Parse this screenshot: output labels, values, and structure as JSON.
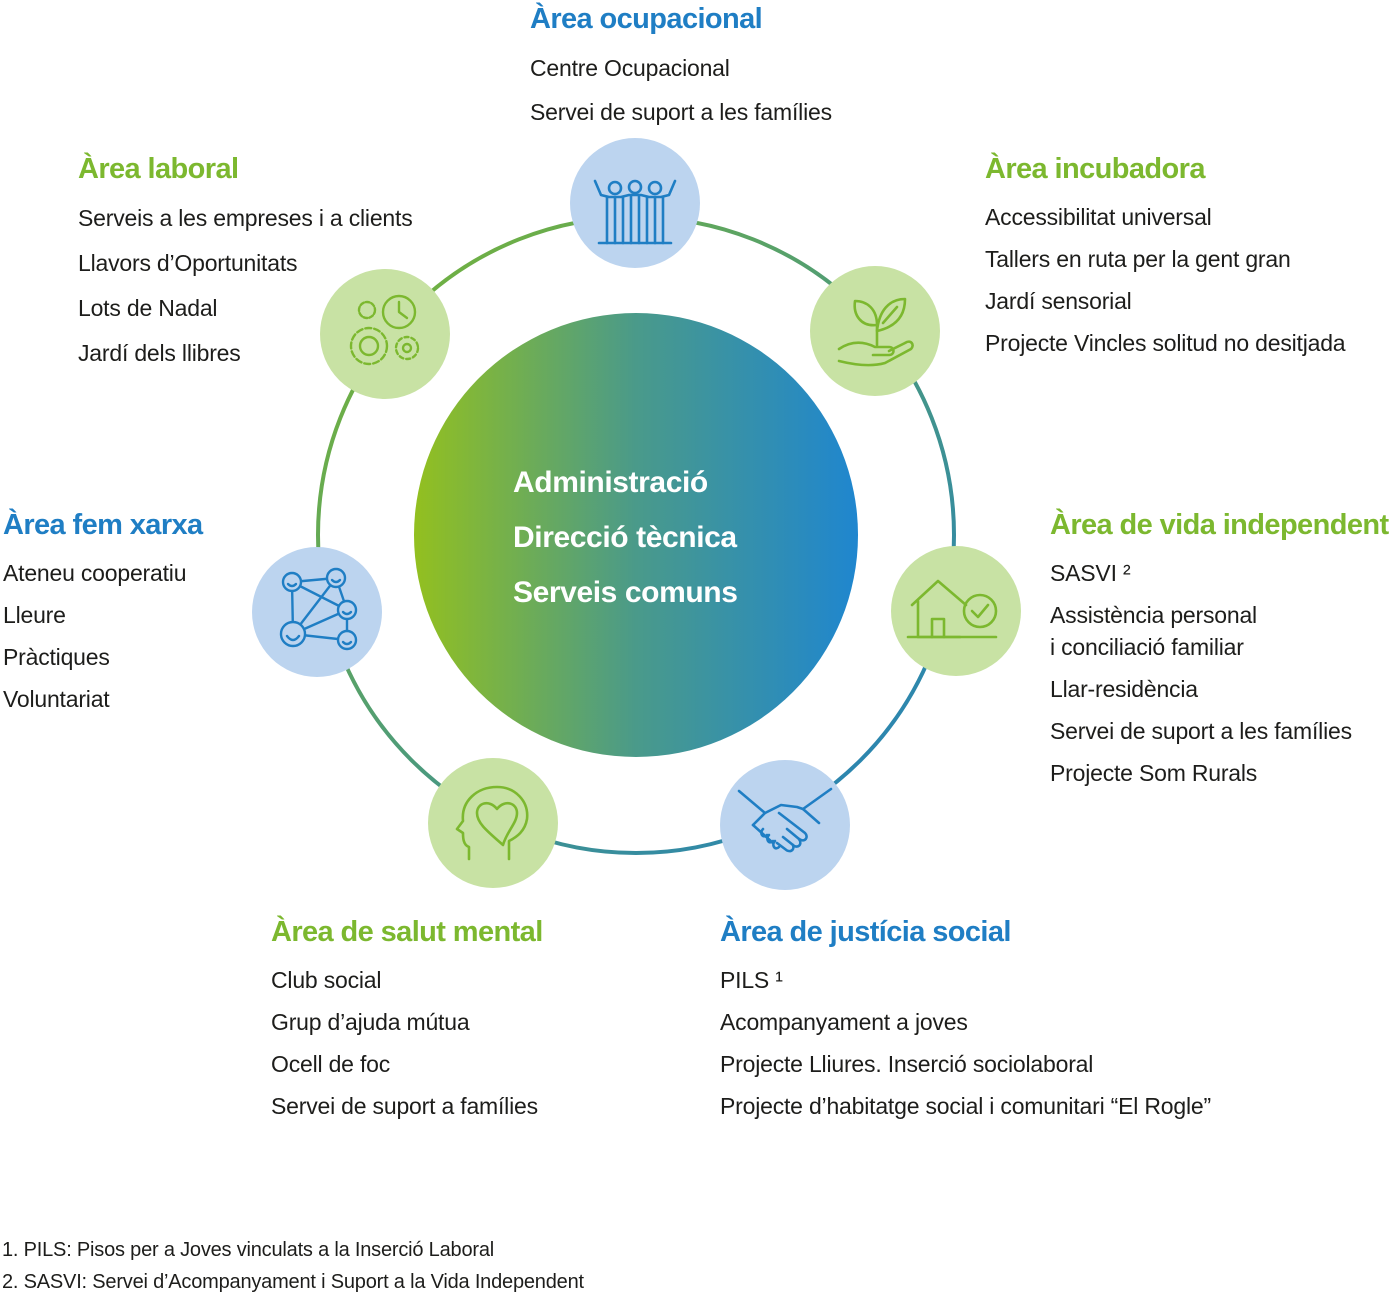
{
  "colors": {
    "blue": "#1f7ec4",
    "green": "#7cb82f",
    "light_blue": "#bcd4ef",
    "light_green": "#c8e2a4",
    "center_gradient_left": "#93c01f",
    "center_gradient_mid": "#4a9a8a",
    "center_gradient_right": "#1f86cf"
  },
  "center": {
    "lines": [
      "Administració",
      "Direcció tècnica",
      "Serveis comuns"
    ]
  },
  "areas": [
    {
      "id": "ocupacional",
      "title": "Àrea ocupacional",
      "color": "blue",
      "icon": "people-raising-arms-icon",
      "items": [
        "Centre Ocupacional",
        "Servei de suport a les famílies"
      ]
    },
    {
      "id": "incubadora",
      "title": "Àrea incubadora",
      "color": "green",
      "icon": "hand-holding-plant-icon",
      "items": [
        "Accessibilitat universal",
        "Tallers en ruta per la gent gran",
        "Jardí sensorial",
        "Projecte Vincles solitud no desitjada"
      ]
    },
    {
      "id": "vida-independent",
      "title": "Àrea de vida independent",
      "color": "green",
      "icon": "house-check-icon",
      "items": [
        "SASVI ²",
        "Assistència personal\ni conciliació familiar",
        "Llar-residència",
        "Servei de suport a les famílies",
        "Projecte Som Rurals"
      ]
    },
    {
      "id": "justicia-social",
      "title": "Àrea de justícia social",
      "color": "blue",
      "icon": "handshake-icon",
      "items": [
        "PILS ¹",
        "Acompanyament a joves",
        "Projecte Lliures. Inserció sociolaboral",
        "Projecte d’habitatge social i comunitari “El Rogle”"
      ]
    },
    {
      "id": "salut-mental",
      "title": "Àrea de salut mental",
      "color": "green",
      "icon": "head-heart-icon",
      "items": [
        "Club social",
        "Grup d’ajuda mútua",
        "Ocell de foc",
        "Servei de suport a famílies"
      ]
    },
    {
      "id": "fem-xarxa",
      "title": "Àrea fem xarxa",
      "color": "blue",
      "icon": "network-faces-icon",
      "items": [
        "Ateneu cooperatiu",
        "Lleure",
        "Pràctiques",
        "Voluntariat"
      ]
    },
    {
      "id": "laboral",
      "title": "Àrea laboral",
      "color": "green",
      "icon": "gears-clock-icon",
      "items": [
        "Serveis a les empreses i a clients",
        "Llavors d’Oportunitats",
        "Lots de Nadal",
        "Jardí dels llibres"
      ]
    }
  ],
  "footnotes": [
    "1. PILS: Pisos per a Joves vinculats a la Inserció Laboral",
    "2. SASVI: Servei d’Acompanyament i Suport a la Vida Independent"
  ]
}
